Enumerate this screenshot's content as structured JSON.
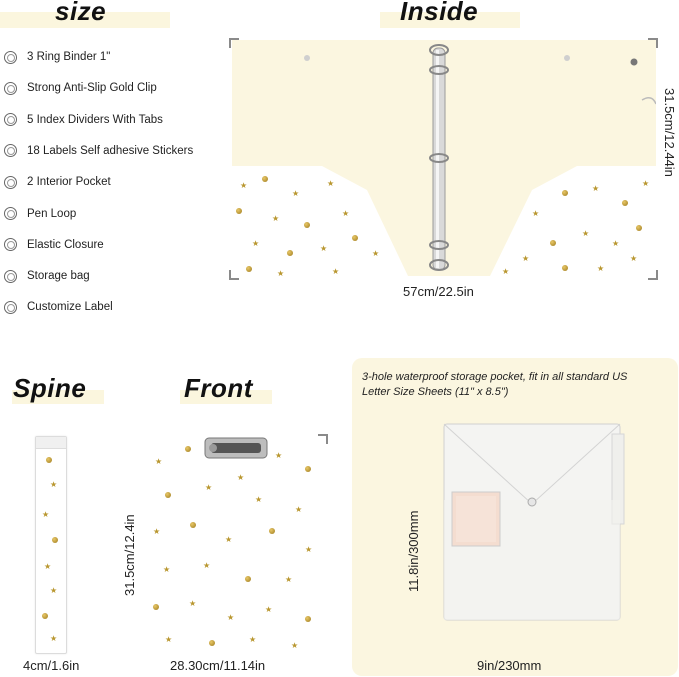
{
  "headings": {
    "size": "size",
    "inside": "Inside",
    "spine": "Spine",
    "front": "Front"
  },
  "features": [
    "3 Ring Binder 1\"",
    "Strong Anti-Slip Gold Clip",
    "5 Index Dividers With Tabs",
    "18 Labels Self adhesive Stickers",
    "2 Interior Pocket",
    "Pen Loop",
    "Elastic Closure",
    "Storage bag",
    "Customize Label"
  ],
  "inside": {
    "width_label": "57cm/22.5in",
    "height_label": "31.5cm/12.44in"
  },
  "spine": {
    "width_label": "4cm/1.6in"
  },
  "front": {
    "width_label": "28.30cm/11.14in",
    "height_label": "31.5cm/12.4in"
  },
  "pocket": {
    "caption_line1": "3-hole waterproof  storage pocket, fit in all standard US",
    "caption_line2": "Letter Size Sheets (11\" x 8.5\")",
    "width_label": "9in/230mm",
    "height_label": "11.8in/300mm"
  },
  "colors": {
    "cream": "#fbf6e0",
    "gold": "#b8962e",
    "heading_bg": "#fbf6de"
  },
  "icons": {
    "bullet": "circle-bullet-icon",
    "star": "star-pattern-icon"
  }
}
